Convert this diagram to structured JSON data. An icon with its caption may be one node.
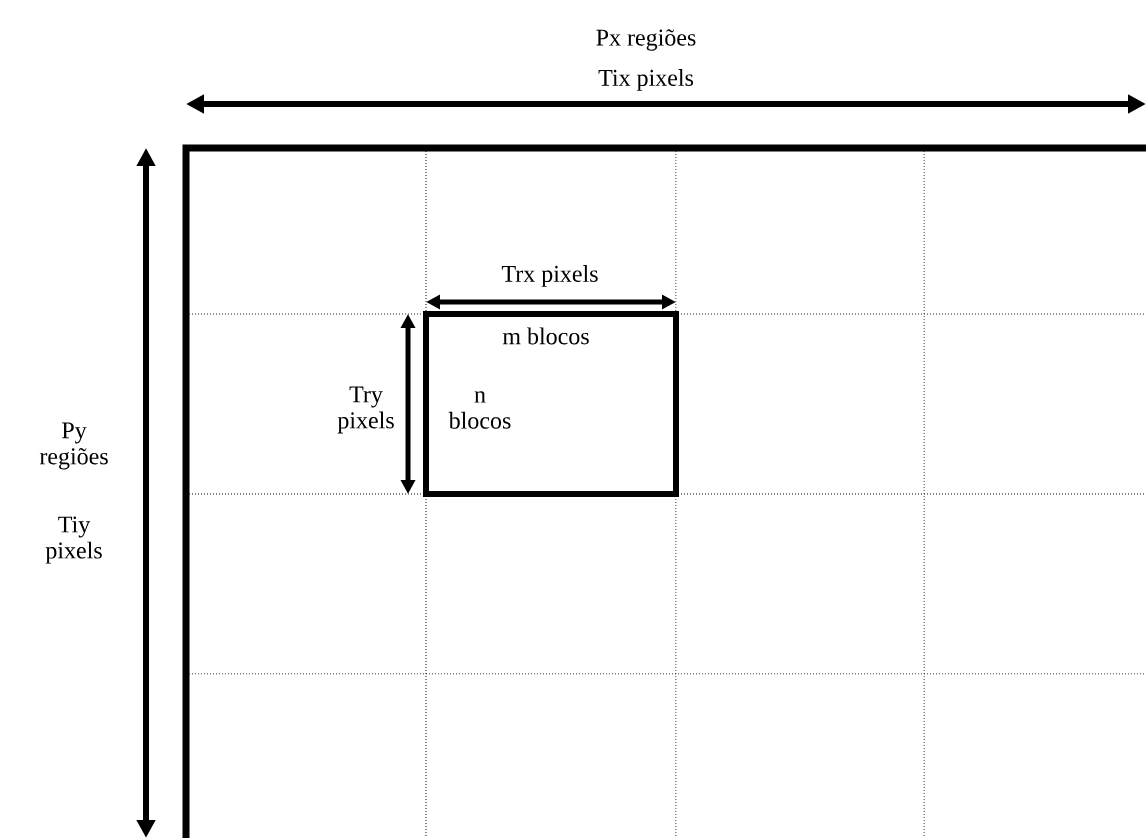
{
  "diagram": {
    "labels": [
      "Px regiões",
      "Tix pixels",
      "Trx pixels",
      "m blocos",
      "Try pixels",
      "n blocos",
      "Py regiões",
      "Tiy pixels"
    ]
  }
}
